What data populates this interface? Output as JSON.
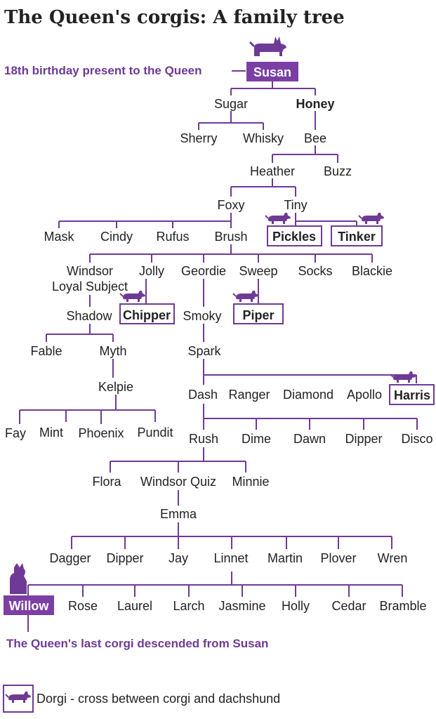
{
  "title": "The Queen's corgis: A family tree",
  "notes": {
    "top": "18th birthday present to the Queen",
    "bottom": "The Queen's last corgi descended from Susan"
  },
  "legend": {
    "icon": "dorgi-icon",
    "label": "Dorgi - cross between corgi and dachshund"
  },
  "colors": {
    "accent": "#6f3a96",
    "highlight_fill": "#7b3fa3"
  },
  "dogs": {
    "susan": "Susan",
    "sugar": "Sugar",
    "honey": "Honey",
    "sherry": "Sherry",
    "whisky": "Whisky",
    "bee": "Bee",
    "heather": "Heather",
    "buzz": "Buzz",
    "foxy": "Foxy",
    "tiny": "Tiny",
    "mask": "Mask",
    "cindy": "Cindy",
    "rufus": "Rufus",
    "brush": "Brush",
    "pickles": "Pickles",
    "tinker": "Tinker",
    "windsor_loyal_1": "Windsor",
    "windsor_loyal_2": "Loyal Subject",
    "jolly": "Jolly",
    "geordie": "Geordie",
    "sweep": "Sweep",
    "socks": "Socks",
    "blackie": "Blackie",
    "shadow": "Shadow",
    "chipper": "Chipper",
    "smoky": "Smoky",
    "piper": "Piper",
    "fable": "Fable",
    "myth": "Myth",
    "spark": "Spark",
    "kelpie": "Kelpie",
    "dash": "Dash",
    "ranger": "Ranger",
    "diamond": "Diamond",
    "apollo": "Apollo",
    "harris": "Harris",
    "fay": "Fay",
    "mint": "Mint",
    "phoenix": "Phoenix",
    "pundit": "Pundit",
    "rush": "Rush",
    "dime": "Dime",
    "dawn": "Dawn",
    "dipper1": "Dipper",
    "disco": "Disco",
    "flora": "Flora",
    "windsor_quiz": "Windsor Quiz",
    "minnie": "Minnie",
    "emma": "Emma",
    "dagger": "Dagger",
    "dipper2": "Dipper",
    "jay": "Jay",
    "linnet": "Linnet",
    "martin": "Martin",
    "plover": "Plover",
    "wren": "Wren",
    "willow": "Willow",
    "rose": "Rose",
    "laurel": "Laurel",
    "larch": "Larch",
    "jasmine": "Jasmine",
    "holly": "Holly",
    "cedar": "Cedar",
    "bramble": "Bramble"
  }
}
